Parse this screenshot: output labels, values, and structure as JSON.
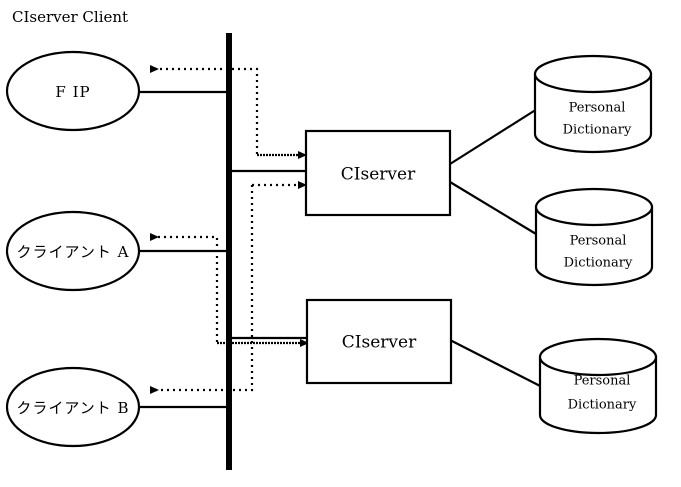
{
  "diagram": {
    "title": "CIserver Client",
    "background_color": "#ffffff",
    "stroke_color": "#000000",
    "clients": [
      {
        "id": "fip",
        "label": "F IP",
        "shape": "ellipse"
      },
      {
        "id": "client-a",
        "label": "クライアント A",
        "shape": "ellipse"
      },
      {
        "id": "client-b",
        "label": "クライアント B",
        "shape": "ellipse"
      }
    ],
    "servers": [
      {
        "id": "ciserver-1",
        "label": "CIserver",
        "shape": "rectangle"
      },
      {
        "id": "ciserver-2",
        "label": "CIserver",
        "shape": "rectangle"
      }
    ],
    "datastores": [
      {
        "id": "dict-1",
        "line1": "Personal",
        "line2": "Dictionary",
        "shape": "cylinder"
      },
      {
        "id": "dict-2",
        "line1": "Personal",
        "line2": "Dictionary",
        "shape": "cylinder"
      },
      {
        "id": "dict-3",
        "line1": "Personal",
        "line2": "Dictionary",
        "shape": "cylinder"
      }
    ],
    "boundary": {
      "id": "network-boundary",
      "orientation": "vertical"
    },
    "connection_styles": {
      "request": "solid",
      "response": "dotted"
    }
  }
}
